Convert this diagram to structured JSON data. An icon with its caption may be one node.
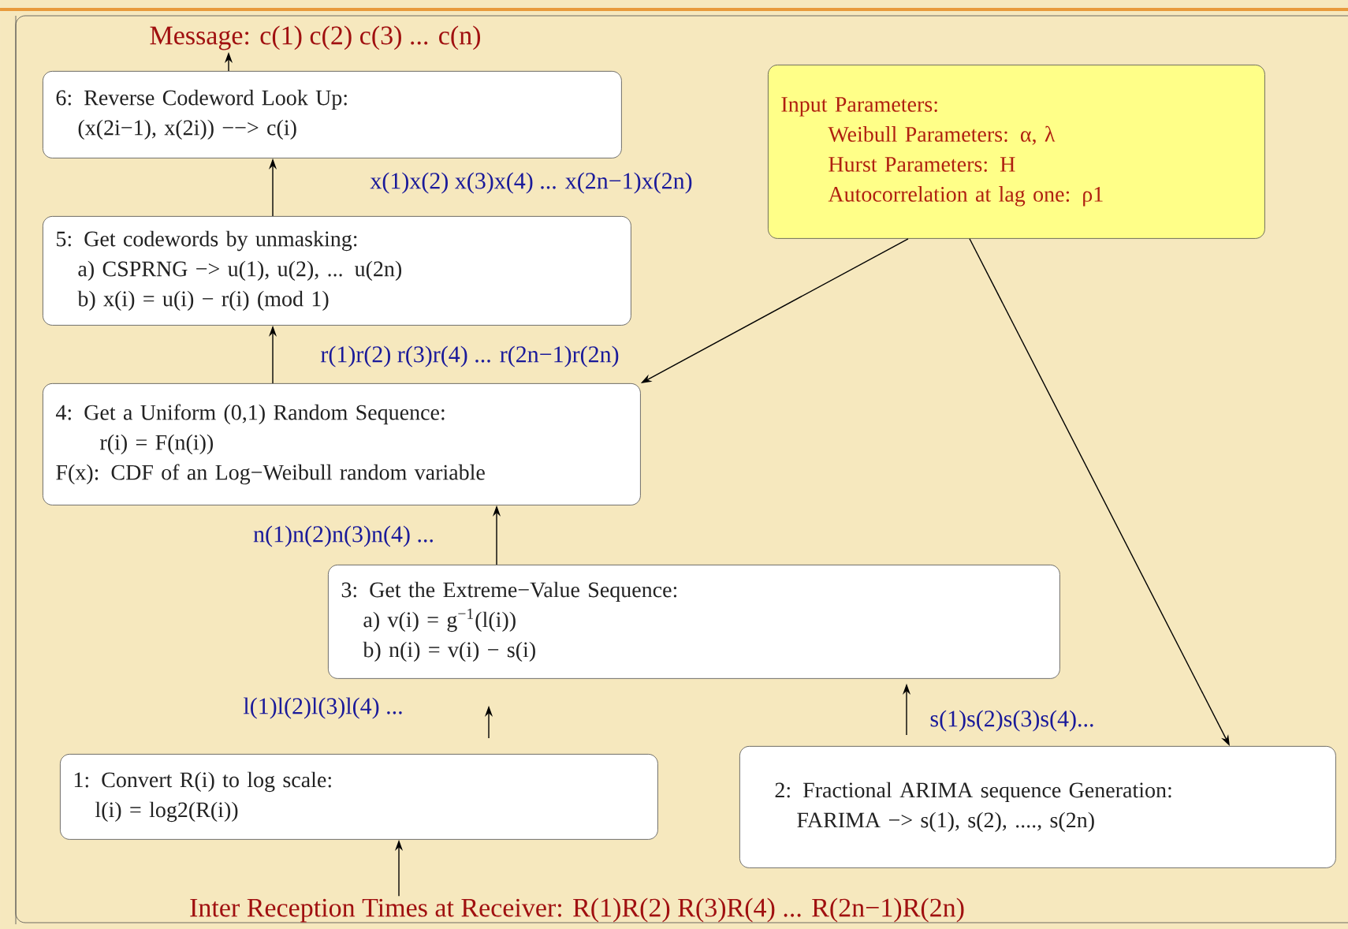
{
  "diagram": {
    "nodes": [
      {
        "text": [
          "Message:  c(1) c(2) c(3) ... c(n)"
        ]
      },
      {
        "text": [
          "6: Reverse Codeword Look Up:",
          "(x(2i−1), x(2i)) −−> c(i)"
        ]
      },
      {
        "text": [
          "5: Get codewords by unmasking:",
          "a) CSPRNG −> u(1), u(2), ... u(2n)",
          "b) x(i) = u(i) − r(i) (mod 1)"
        ]
      },
      {
        "text": [
          "4: Get a Uniform (0,1) Random Sequence:",
          "r(i) = F(n(i))",
          "F(x): CDF of an Log−Weibull random variable"
        ]
      },
      {
        "text": [
          "3: Get the Extreme−Value Sequence:",
          "a) v(i) = g$^{−1}$(l(i))",
          "b) n(i) = v(i) − s(i)"
        ]
      },
      {
        "text": [
          "1: Convert R(i) to log scale:",
          "l(i) = log2(R(i))"
        ]
      },
      {
        "text": [
          "2: Fractional ARIMA sequence Generation:",
          "FARIMA −> s(1), s(2), ...., s(2n)"
        ]
      },
      {
        "text": [
          "Input Parameters:",
          "Weibull Parameters: α, λ",
          "Hurst Parameters: H",
          "Autocorrelation at lag one: ρ1"
        ]
      },
      {
        "text": [
          "Inter Reception Times at Receiver: R(1)R(2) R(3)R(4) ... R(2n−1)R(2n)"
        ]
      }
    ],
    "edges": [
      {
        "from": 8,
        "to": 5,
        "arrow": "to"
      },
      {
        "from": 5,
        "to": 4,
        "arrow": "to",
        "label": "l(1)l(2)l(3)l(4) ..."
      },
      {
        "from": 6,
        "to": 4,
        "arrow": "to",
        "label": "s(1)s(2)s(3)s(4)..."
      },
      {
        "from": 4,
        "to": 3,
        "arrow": "to",
        "label": "n(1)n(2)n(3)n(4) ..."
      },
      {
        "from": 3,
        "to": 2,
        "arrow": "to",
        "label": "r(1)r(2) r(3)r(4) ... r(2n−1)r(2n)"
      },
      {
        "from": 7,
        "to": 3,
        "arrow": "to"
      },
      {
        "from": 7,
        "to": 6,
        "arrow": "to"
      },
      {
        "from": 2,
        "to": 1,
        "arrow": "to",
        "label": "x(1)x(2) x(3)x(4) ... x(2n−1)x(2n)"
      },
      {
        "from": 1,
        "to": 0,
        "arrow": "to"
      }
    ]
  }
}
